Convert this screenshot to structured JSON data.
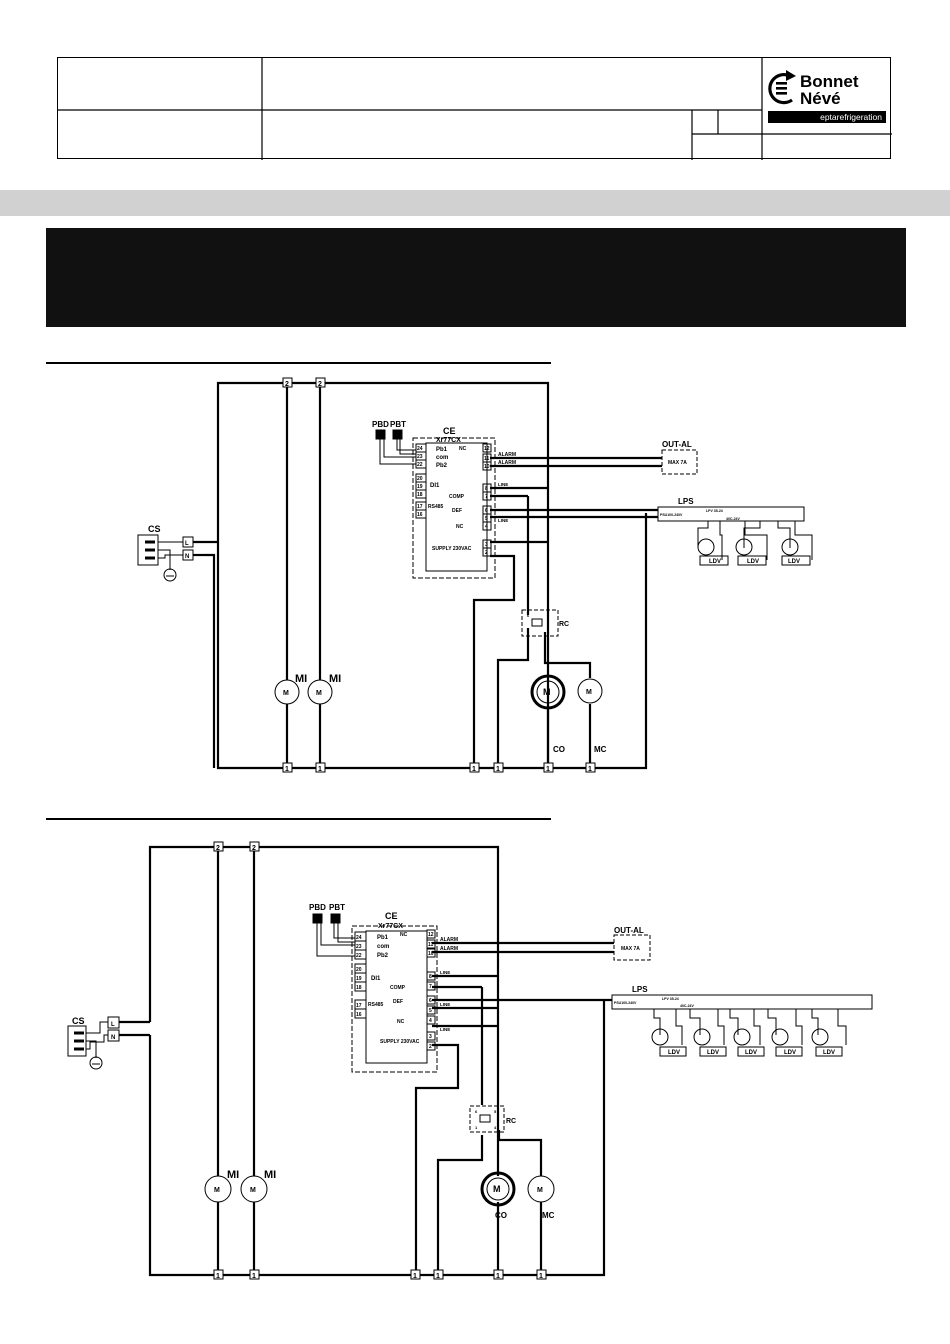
{
  "logo": {
    "line1": "Bonnet",
    "line2": "Névé",
    "tagline": "eptarefrigeration"
  },
  "diagram_labels": {
    "cs": "CS",
    "l": "L",
    "n": "N",
    "mi": "MI",
    "ce": "CE",
    "ce_model": "Xr77CX",
    "pbd": "PBD",
    "pbt": "PBT",
    "pb1": "Pb1",
    "com": "com",
    "pb2": "Pb2",
    "di1": "DI1",
    "rs485": "RS485",
    "nc": "NC",
    "comp": "COMP",
    "def": "DEF",
    "supply": "SUPPLY 230VAC",
    "alarm": "ALARM",
    "line": "LINE",
    "out_al": "OUT-AL",
    "max7a": "MAX 7A",
    "lps": "LPS",
    "lps_in": "PSU100-240V",
    "lps_model": "LPV 35-24",
    "lps_out": "40C-24V",
    "ldv": "LDV",
    "rc": "RC",
    "co": "CO",
    "mc": "MC",
    "motor": "M",
    "term1": "1",
    "term2": "2",
    "t24": "24",
    "t23": "23",
    "t22": "22",
    "t20": "20",
    "t19": "19",
    "t18": "18",
    "t17": "17",
    "t16": "16",
    "t12": "12",
    "t11": "11",
    "t10": "10",
    "t8": "8",
    "t7": "7",
    "t6": "6",
    "t5": "5",
    "t4": "4",
    "t3": "3",
    "t2": "2",
    "rc6": "6",
    "rc5": "5",
    "rc1": "1",
    "rc4": "4"
  }
}
